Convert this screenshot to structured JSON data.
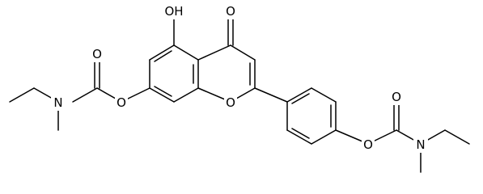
{
  "molecule": {
    "atom_labels": {
      "oh": "OH",
      "keto_o": "O",
      "ring_o": "O",
      "ester_o_left": "O",
      "carbonyl_o_left": "O",
      "n_left": "N",
      "ester_o_right": "O",
      "carbonyl_o_right": "O",
      "n_right": "N"
    }
  }
}
